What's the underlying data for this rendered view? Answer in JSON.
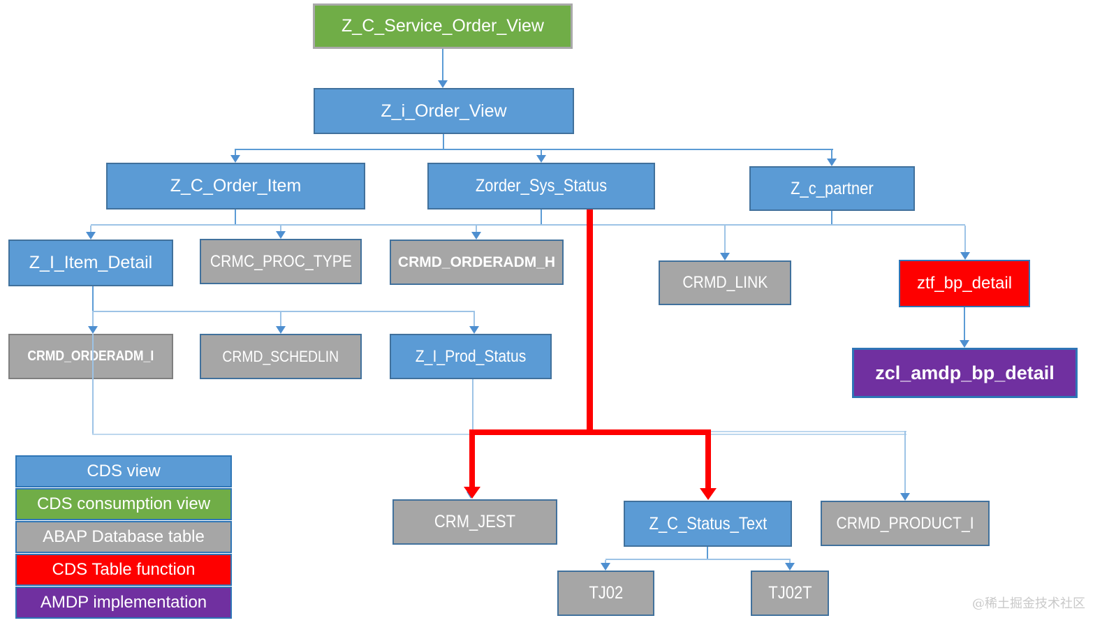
{
  "diagram": {
    "nodes": {
      "z_c_service_order_view": "Z_C_Service_Order_View",
      "z_i_order_view": "Z_i_Order_View",
      "z_c_order_item": "Z_C_Order_Item",
      "zorder_sys_status": "Zorder_Sys_Status",
      "z_c_partner": "Z_c_partner",
      "z_i_item_detail": "Z_I_Item_Detail",
      "crmc_proc_type": "CRMC_PROC_TYPE",
      "crmd_orderadm_h": "CRMD_ORDERADM_H",
      "crmd_link": "CRMD_LINK",
      "ztf_bp_detail": "ztf_bp_detail",
      "crmd_orderadm_i": "CRMD_ORDERADM_I",
      "crmd_schedlin": "CRMD_SCHEDLIN",
      "z_i_prod_status": "Z_I_Prod_Status",
      "zcl_amdp_bp_detail": "zcl_amdp_bp_detail",
      "crm_jest": "CRM_JEST",
      "z_c_status_text": "Z_C_Status_Text",
      "crmd_product_i": "CRMD_PRODUCT_I",
      "tj02": "TJ02",
      "tj02t": "TJ02T"
    },
    "legend": {
      "cds_view": "CDS view",
      "cds_consumption_view": "CDS consumption view",
      "abap_database_table": "ABAP Database table",
      "cds_table_function": "CDS Table function",
      "amdp_implementation": "AMDP implementation"
    },
    "colors": {
      "cds_view": "#5B9BD5",
      "cds_consumption_view": "#70AD47",
      "abap_database_table": "#A6A6A6",
      "cds_table_function": "#FE0000",
      "amdp_implementation": "#7030A0",
      "highlight_path": "#FE0000",
      "connector": "#9DC3E6"
    },
    "watermark": "@稀土掘金技术社区"
  }
}
